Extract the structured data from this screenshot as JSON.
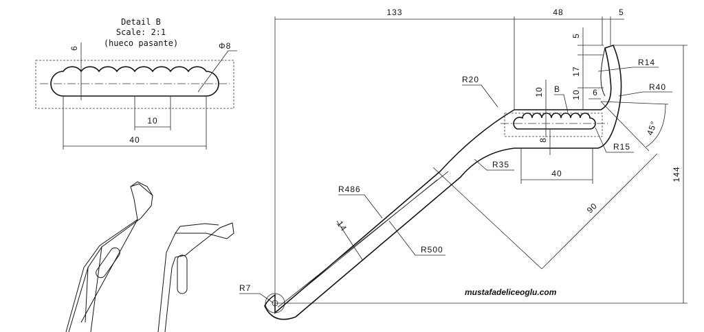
{
  "detail": {
    "title": "Detail B",
    "scale": "Scale:  2:1",
    "note": "(hueco pasante)",
    "dims": {
      "height": "6",
      "diameter": "Φ8",
      "pitch": "10",
      "length": "40"
    }
  },
  "main": {
    "dims": {
      "d133": "133",
      "d48": "48",
      "d5_top": "5",
      "d5_left": "5",
      "d17": "17",
      "d10_left": "10",
      "d10_right": "10",
      "d6": "6",
      "r14": "R14",
      "r40": "R40",
      "r20": "R20",
      "b_label": "B",
      "d45": "45°",
      "r15": "R15",
      "d8": "8",
      "r35": "R35",
      "d40": "40",
      "d144": "144",
      "r486": "R486",
      "d14": "14",
      "d90": "90",
      "r500": "R500",
      "r7": "R7"
    },
    "watermark": "mustafadeliceoglu.com"
  }
}
